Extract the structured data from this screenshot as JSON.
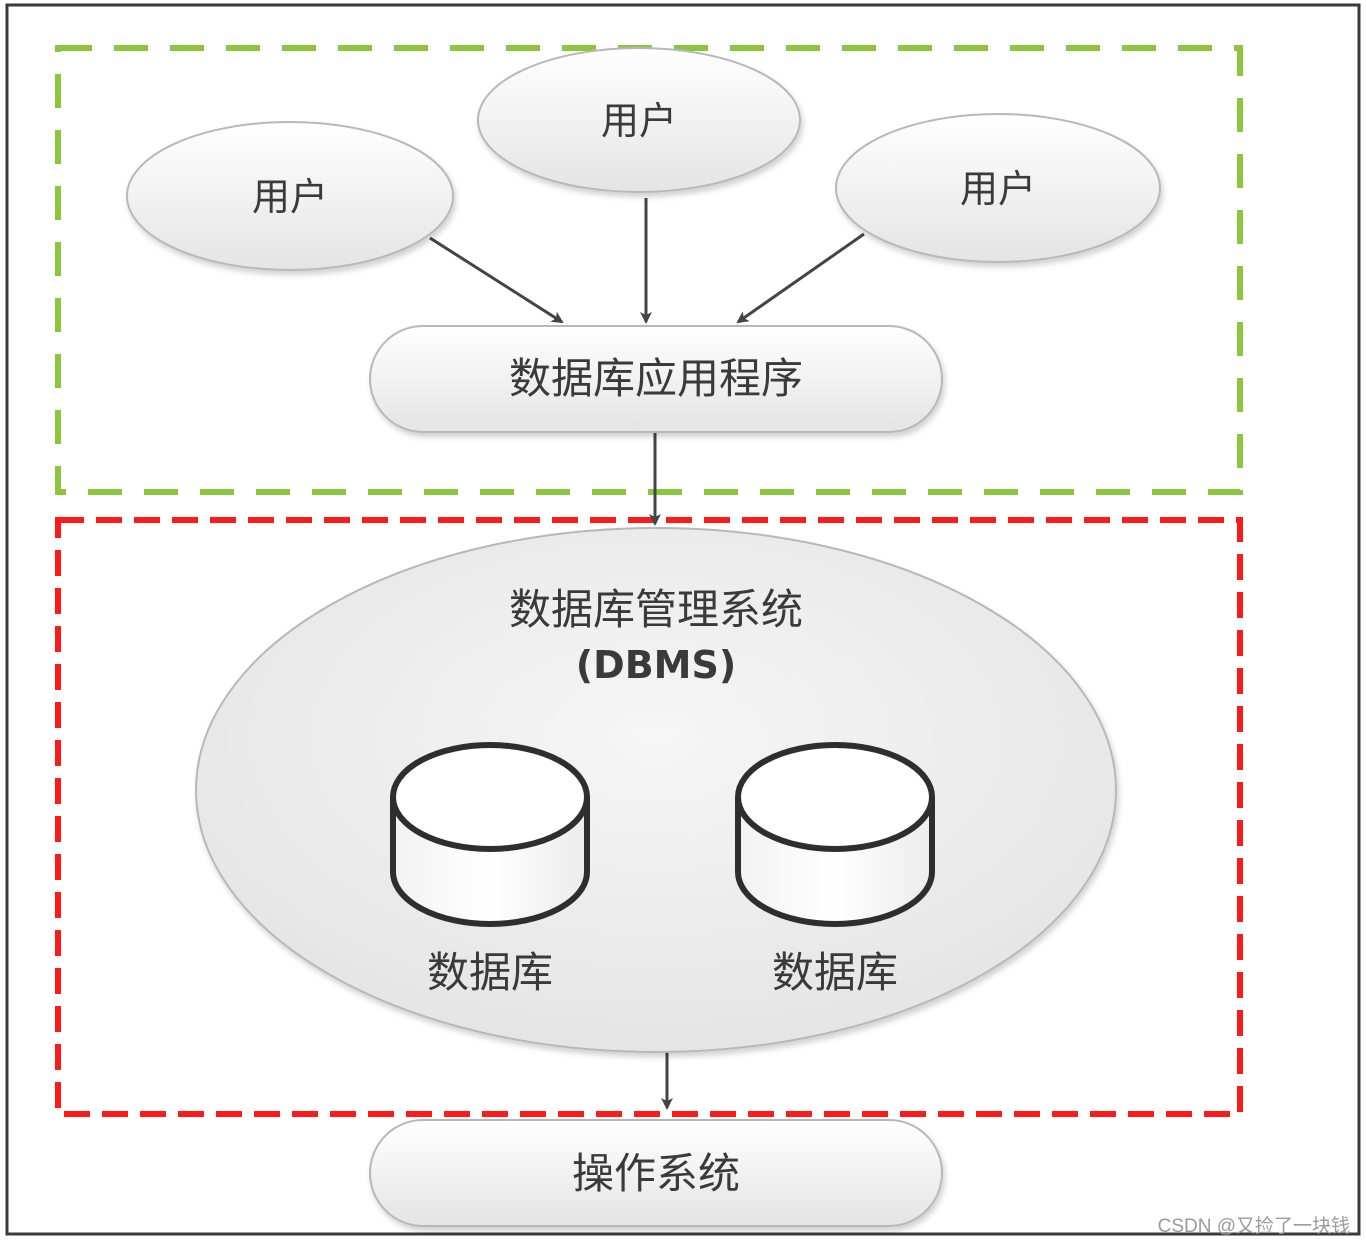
{
  "diagram": {
    "users": [
      "用户",
      "用户",
      "用户"
    ],
    "app_label": "数据库应用程序",
    "dbms_label_line1": "数据库管理系统",
    "dbms_label_line2": "(DBMS)",
    "databases": [
      "数据库",
      "数据库"
    ],
    "os_label": "操作系统",
    "colors": {
      "app_region_border": "#8cc63f",
      "dbms_region_border": "#ff1a1a",
      "node_fill_top": "#ffffff",
      "node_fill_bottom": "#e6e6e6",
      "node_stroke": "#b8b8b8",
      "arrow": "#444444",
      "cylinder_stroke": "#2e2e2e"
    }
  },
  "watermark": "CSDN @又捡了一块钱"
}
